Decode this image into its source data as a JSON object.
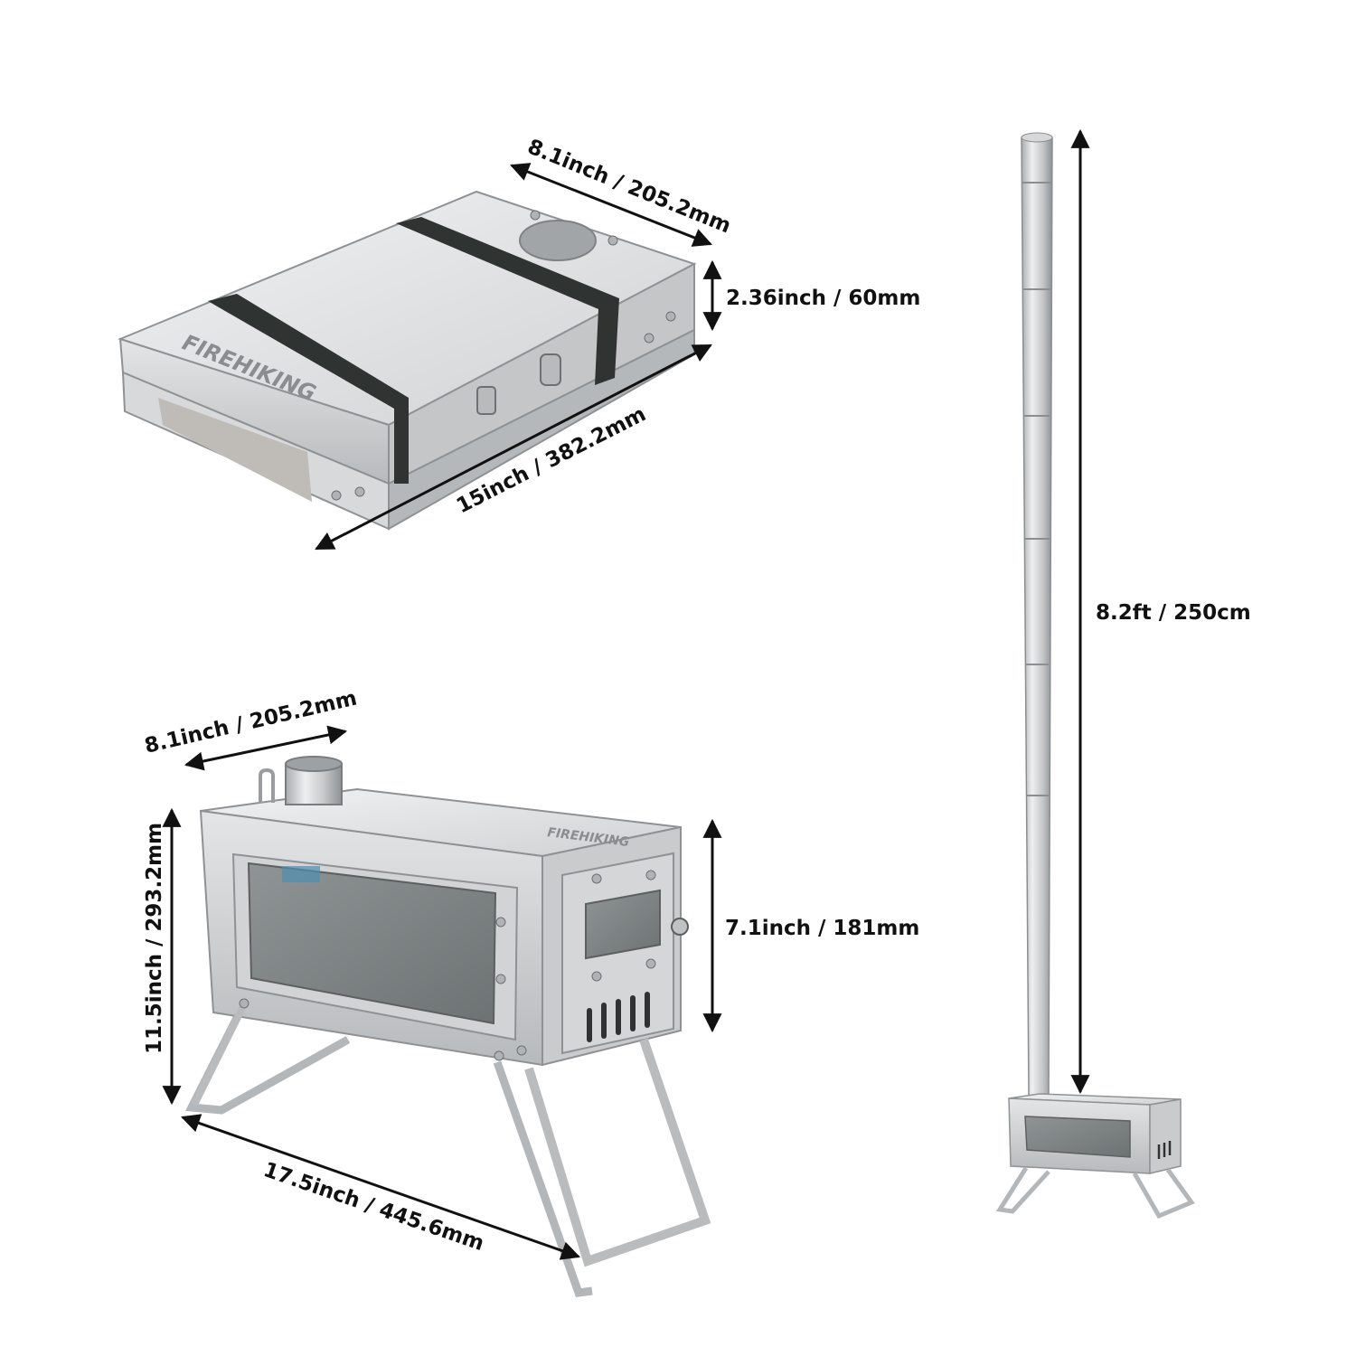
{
  "brand": "FIREHIKING",
  "colors": {
    "steel_light": "#e6e7e8",
    "steel_mid": "#c9cbcd",
    "steel_dark": "#9a9da0",
    "strap": "#2f3433",
    "glass": "#7d8283",
    "arrow": "#111111",
    "text": "#111111"
  },
  "packed_stove": {
    "depth_label": "8.1inch / 205.2mm",
    "height_label": "2.36inch / 60mm",
    "length_label": "15inch / 382.2mm"
  },
  "assembled_stove": {
    "depth_label": "8.1inch / 205.2mm",
    "height_label": "11.5inch / 293.2mm",
    "body_height_label": "7.1inch / 181mm",
    "length_label": "17.5inch / 445.6mm"
  },
  "chimney": {
    "height_label": "8.2ft / 250cm"
  }
}
